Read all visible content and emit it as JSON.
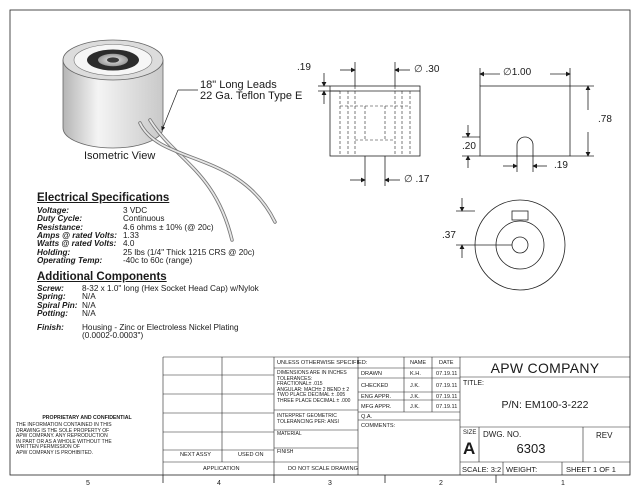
{
  "iso": {
    "label": "Isometric View",
    "leads_line1": "18\" Long Leads",
    "leads_line2": "22 Ga. Teflon Type E"
  },
  "dims": {
    "d019": ".19",
    "d030": ".30",
    "d017": ".17",
    "d100": "1.00",
    "d078": ".78",
    "d020": ".20",
    "d019b": ".19",
    "d037": ".37",
    "dia_symbol": "∅"
  },
  "electrical": {
    "title": "Electrical Specifications",
    "rows": [
      {
        "label": "Voltage:",
        "value": "3 VDC"
      },
      {
        "label": "Duty Cycle:",
        "value": "Continuous"
      },
      {
        "label": "Resistance:",
        "value": "4.6 ohms ± 10% (@ 20c)"
      },
      {
        "label": "Amps @ rated Volts:",
        "value": "1.33"
      },
      {
        "label": "Watts @ rated Volts:",
        "value": "4.0"
      },
      {
        "label": "Holding:",
        "value": "25 lbs (1/4\" Thick 1215 CRS @ 20c)"
      },
      {
        "label": "Operating Temp:",
        "value": "-40c to 60c (range)"
      }
    ]
  },
  "additional": {
    "title": "Additional Components",
    "rows": [
      {
        "label": "Screw:",
        "value": "8-32 x 1.0\" long (Hex Socket Head Cap) w/Nylok"
      },
      {
        "label": "Spring:",
        "value": "N/A"
      },
      {
        "label": "Spiral Pin:",
        "value": "N/A"
      },
      {
        "label": "Potting:",
        "value": "N/A"
      }
    ],
    "finish_label": "Finish:",
    "finish_line1": "Housing - Zinc or Electroless Nickel Plating",
    "finish_line2": "(0.0002-0.0003\")"
  },
  "titleblock": {
    "proprietary_title": "PROPRIETARY AND CONFIDENTIAL",
    "proprietary_text": [
      "THE INFORMATION CONTAINED IN THIS",
      "DRAWING IS THE SOLE PROPERTY OF",
      "APW COMPANY.  ANY REPRODUCTION",
      "IN PART OR AS A WHOLE WITHOUT THE",
      "WRITTEN PERMISSION OF",
      "APW COMPANY IS PROHIBITED."
    ],
    "next_assy": "NEXT ASSY",
    "used_on": "USED ON",
    "application": "APPLICATION",
    "unless": "UNLESS OTHERWISE SPECIFIED:",
    "tol_lines": [
      "DIMENSIONS ARE IN INCHES",
      "TOLERANCES:",
      "FRACTIONAL±  .015",
      "ANGULAR: MACH± 2    BEND ± 2",
      "TWO PLACE DECIMAL    ±  .005",
      "THREE PLACE DECIMAL  ±  .000"
    ],
    "interpret": [
      "INTERPRET GEOMETRIC",
      "TOLERANCING PER: ANSI"
    ],
    "material": "MATERIAL",
    "finish": "FINISH",
    "do_not_scale": "DO NOT SCALE DRAWING",
    "name_hdr": "NAME",
    "date_hdr": "DATE",
    "rows": [
      {
        "role": "DRAWN",
        "name": "K.H.",
        "date": "07.19.11"
      },
      {
        "role": "CHECKED",
        "name": "J.K.",
        "date": "07.19.11"
      },
      {
        "role": "ENG APPR.",
        "name": "J.K.",
        "date": "07.19.11"
      },
      {
        "role": "MFG APPR.",
        "name": "J.K.",
        "date": "07.19.11"
      },
      {
        "role": "Q.A.",
        "name": "",
        "date": ""
      }
    ],
    "comments": "COMMENTS:",
    "company": "APW COMPANY",
    "title_label": "TITLE:",
    "part_number": "P/N: EM100-3-222",
    "size_label": "SIZE",
    "size_value": "A",
    "dwg_label": "DWG.  NO.",
    "dwg_value": "6303",
    "rev_label": "REV",
    "scale": "SCALE: 3:2",
    "weight": "WEIGHT:",
    "sheet": "SHEET 1 OF 1"
  },
  "zones": [
    "5",
    "4",
    "3",
    "2",
    "1"
  ]
}
